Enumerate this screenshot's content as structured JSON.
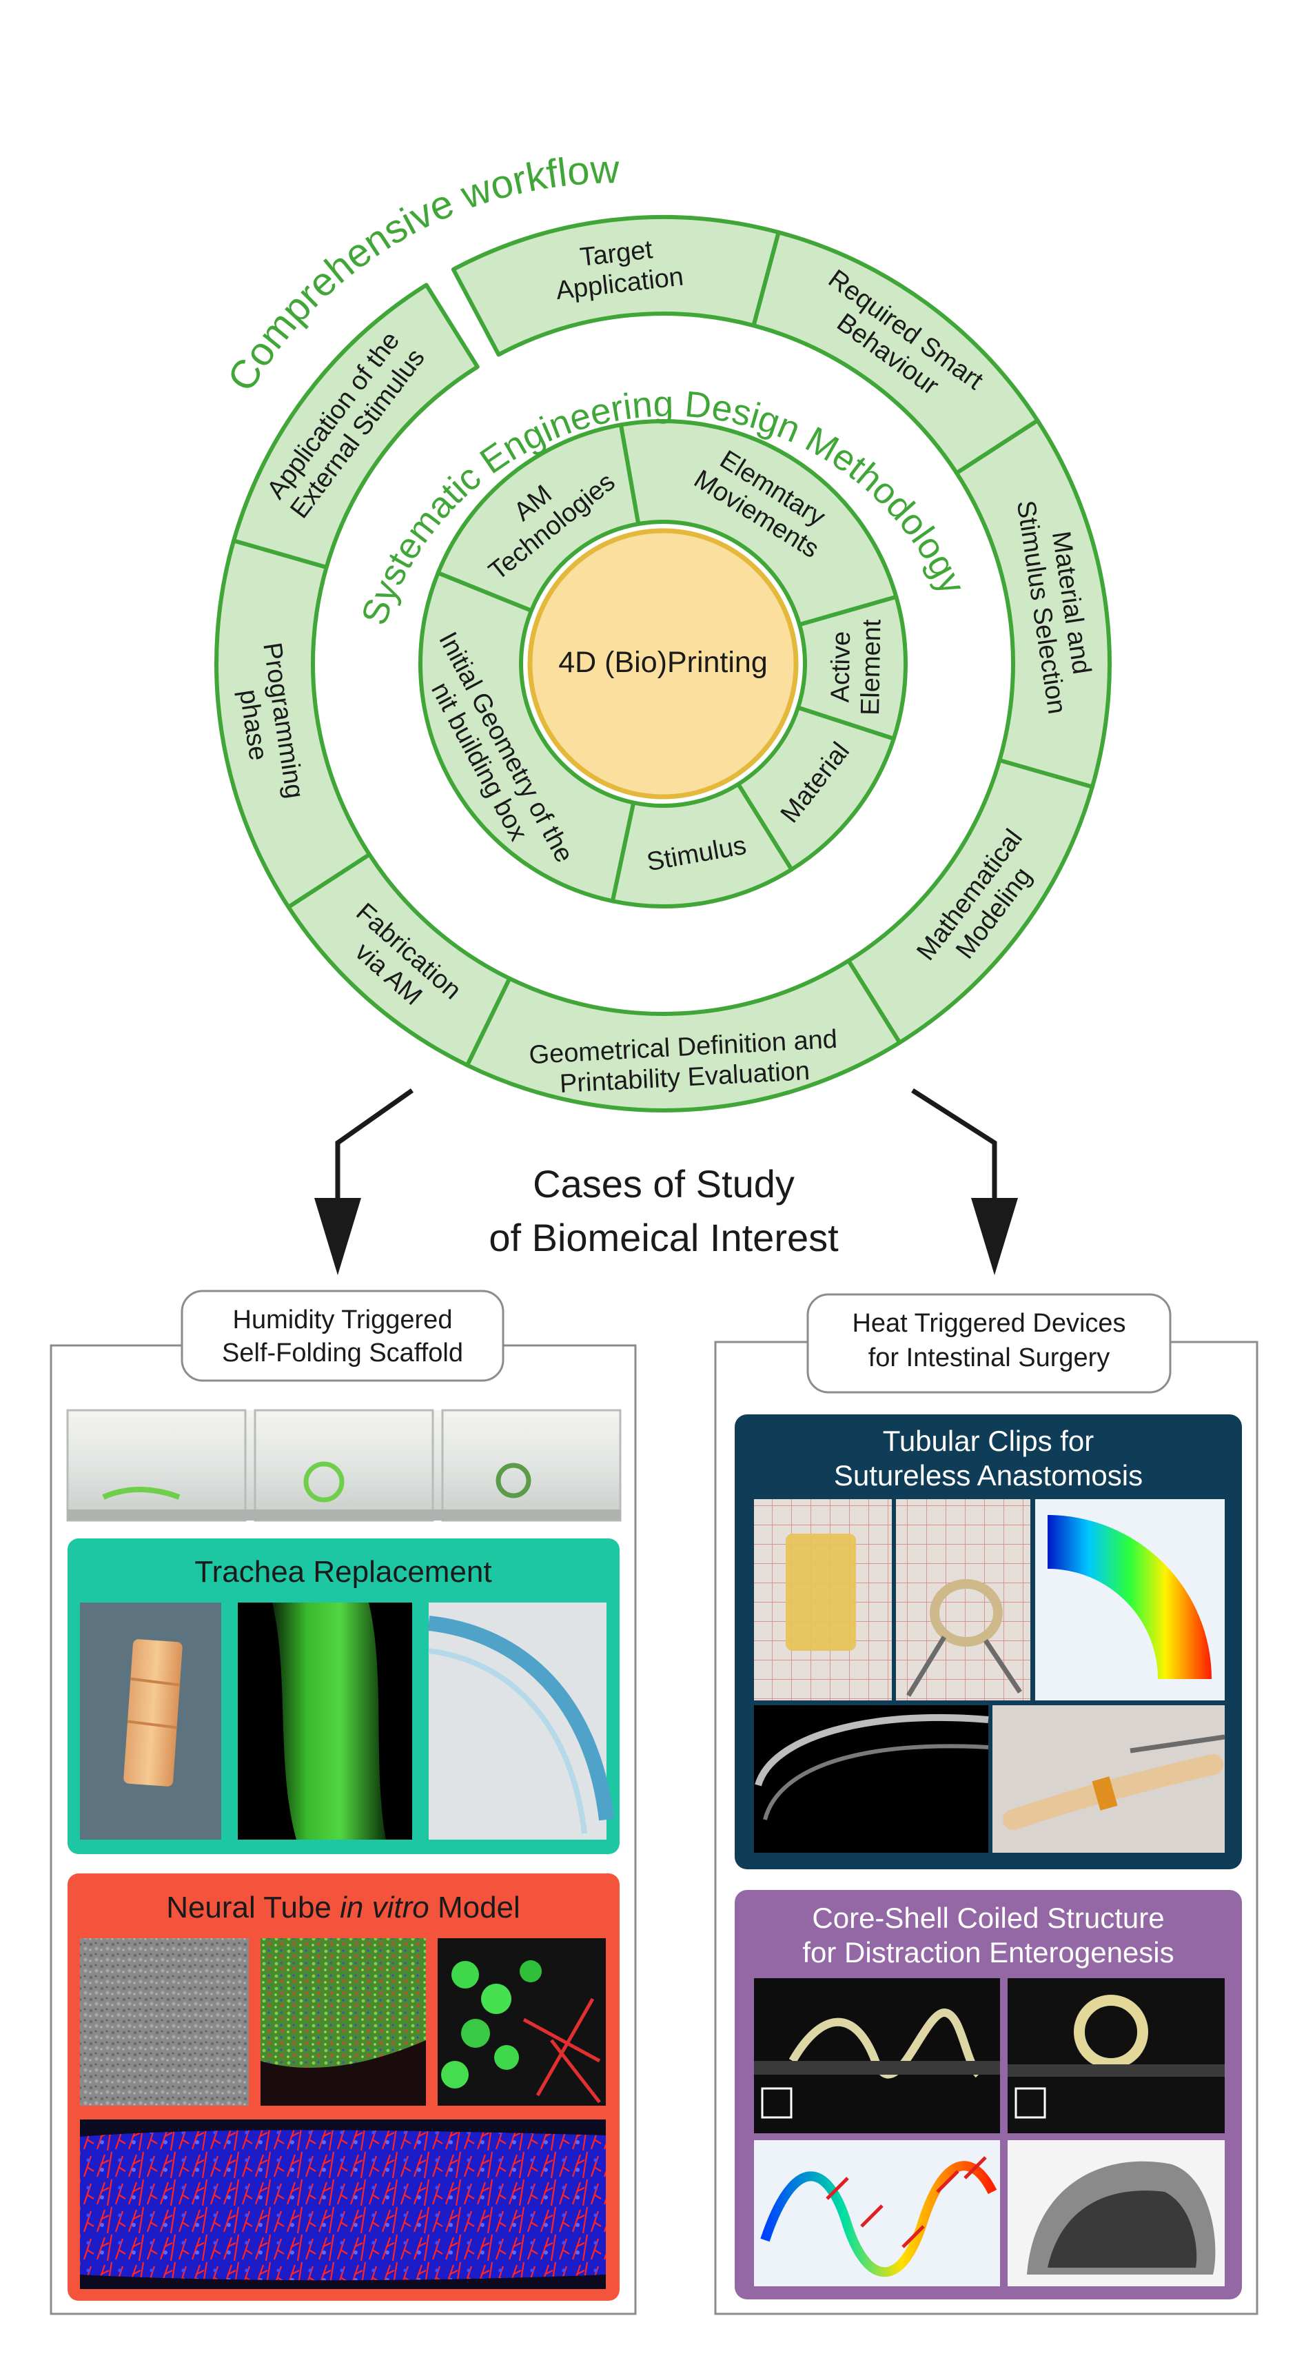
{
  "wheel": {
    "outer_title": "Comprehensive workflow",
    "inner_title": "Systematic Engineering Design Methodology",
    "center_label": "4D (Bio)Printing",
    "outer_segments": [
      {
        "lines": [
          "Target",
          "Application"
        ]
      },
      {
        "lines": [
          "Required Smart",
          "Behaviour"
        ]
      },
      {
        "lines": [
          "Material and",
          "Stimulus Selection"
        ]
      },
      {
        "lines": [
          "Mathematical",
          "Modeling"
        ]
      },
      {
        "lines": [
          "Geometrical Definition and",
          "Printability Evaluation"
        ]
      },
      {
        "lines": [
          "Fabrication",
          "via AM"
        ]
      },
      {
        "lines": [
          "Programming",
          "phase"
        ]
      },
      {
        "lines": [
          "Application of the",
          "External Stimulus"
        ]
      }
    ],
    "inner_segments": [
      {
        "lines": [
          "Elemntary",
          "Moviements"
        ]
      },
      {
        "lines": [
          "Active",
          "Element"
        ]
      },
      {
        "lines": [
          "Material"
        ]
      },
      {
        "lines": [
          "Stimulus"
        ]
      },
      {
        "lines": [
          "Initial Geometry of the",
          "nit building box"
        ]
      },
      {
        "lines": [
          "AM",
          "Technologies"
        ]
      }
    ]
  },
  "cases_heading": {
    "line1": "Cases of Study",
    "line2": "of Biomeical Interest"
  },
  "left_column": {
    "label_line1": "Humidity Triggered",
    "label_line2": "Self-Folding Scaffold",
    "trachea_title": "Trachea Replacement",
    "neural_title_pre": "Neural Tube ",
    "neural_title_italic": "in vitro",
    "neural_title_post": " Model"
  },
  "right_column": {
    "label_line1": "Heat Triggered Devices",
    "label_line2": "for Intestinal Surgery",
    "clips_title_line1": "Tubular Clips for",
    "clips_title_line2": "Sutureless Anastomosis",
    "coil_title_line1": "Core-Shell Coiled Structure",
    "coil_title_line2": "for Distraction Enterogenesis"
  },
  "colors": {
    "green_stroke": "#3fa637",
    "green_fill": "#cfe9c7",
    "center_fill": "#fadf9e",
    "center_stroke": "#e4b83b",
    "trachea_panel": "#1ec7a3",
    "neural_panel": "#f4533c",
    "clips_panel": "#0f3d58",
    "coil_panel": "#9468a5"
  }
}
